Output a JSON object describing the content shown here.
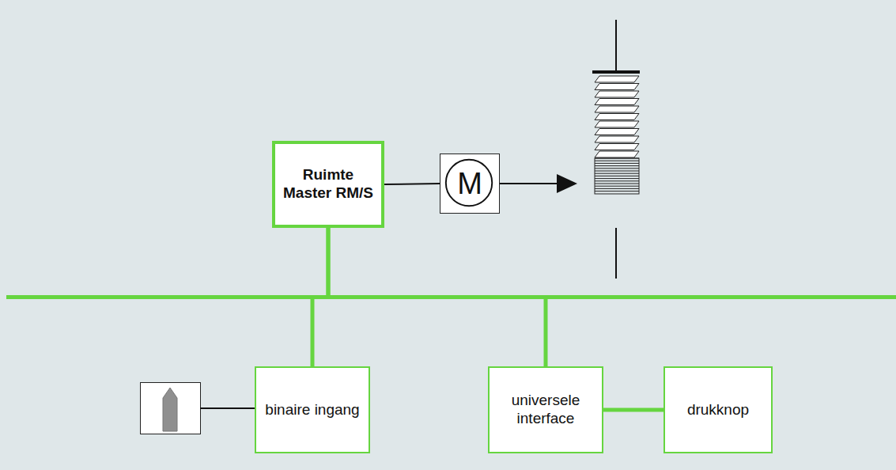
{
  "diagram": {
    "nodes": [
      {
        "text": [
          "Ruimte Master RM/S"
        ]
      },
      {
        "text": [
          "M"
        ]
      },
      {
        "text": [
          "binaire ingang"
        ]
      },
      {
        "text": [
          "universele interface"
        ]
      },
      {
        "text": [
          "drukknop"
        ]
      }
    ],
    "edges": [
      {
        "from": 0,
        "to": 1,
        "arrow": "none"
      },
      {
        "from": 0,
        "to": 2,
        "arrow": "none"
      },
      {
        "from": 0,
        "to": 3,
        "arrow": "none"
      },
      {
        "from": 3,
        "to": 4,
        "arrow": "none"
      }
    ]
  }
}
